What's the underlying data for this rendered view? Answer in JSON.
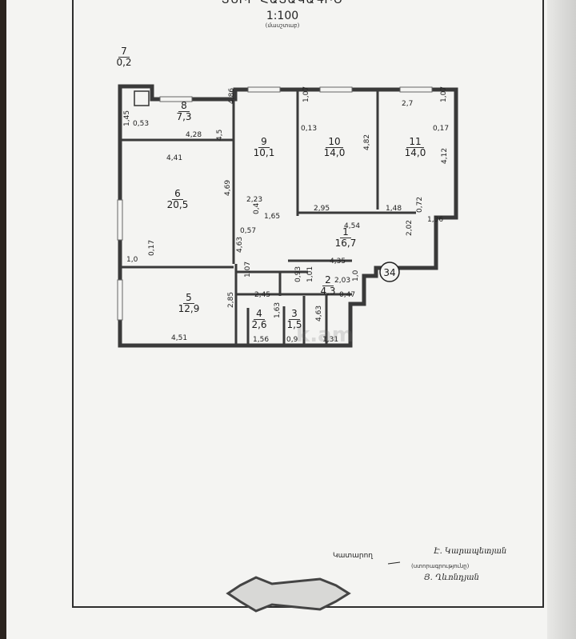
{
  "header": {
    "title": "ՏՆԻՐ ՀԱՏԱԿԱԳԻԾ",
    "scale": "1:100",
    "scale_sub": "(մասշտաբ)"
  },
  "rooms": [
    {
      "id": "room-1",
      "number": "1",
      "area": "16,7"
    },
    {
      "id": "room-2",
      "number": "2",
      "area": "4,3"
    },
    {
      "id": "room-3",
      "number": "3",
      "area": "1,5"
    },
    {
      "id": "room-4",
      "number": "4",
      "area": "2,6"
    },
    {
      "id": "room-5",
      "number": "5",
      "area": "12,9"
    },
    {
      "id": "room-6",
      "number": "6",
      "area": "20,5"
    },
    {
      "id": "room-7",
      "number": "7",
      "area": "0,2"
    },
    {
      "id": "room-8",
      "number": "8",
      "area": "7,3"
    },
    {
      "id": "room-9",
      "number": "9",
      "area": "10,1"
    },
    {
      "id": "room-10",
      "number": "10",
      "area": "14,0"
    },
    {
      "id": "room-11",
      "number": "11",
      "area": "14,0"
    }
  ],
  "dimensions": [
    "1,45",
    "0,53",
    "4,86",
    "4,28",
    "4,5",
    "1,07",
    "0,13",
    "4,82",
    "2,7",
    "1,07",
    "0,17",
    "4,12",
    "4,41",
    "4,69",
    "2,23",
    "0,4",
    "1,65",
    "2,95",
    "1,48",
    "0,72",
    "1,36",
    "0,57",
    "4,54",
    "2,02",
    "1,0",
    "0,17",
    "4,63",
    "4,35",
    "1,07",
    "2,45",
    "0,93",
    "1,01",
    "2,03",
    "1,0",
    "0,47",
    "2,85",
    "1,63",
    "4,63",
    "4,51",
    "1,56",
    "0,9",
    "1,31"
  ],
  "apartment_number": "34",
  "signature": {
    "label": "Կատարող",
    "name1": "Է. Կարապետյան",
    "sub": "(ստորագրությունը)",
    "name2": "Յ. Ղևոնդյան"
  },
  "watermark": "k.am"
}
